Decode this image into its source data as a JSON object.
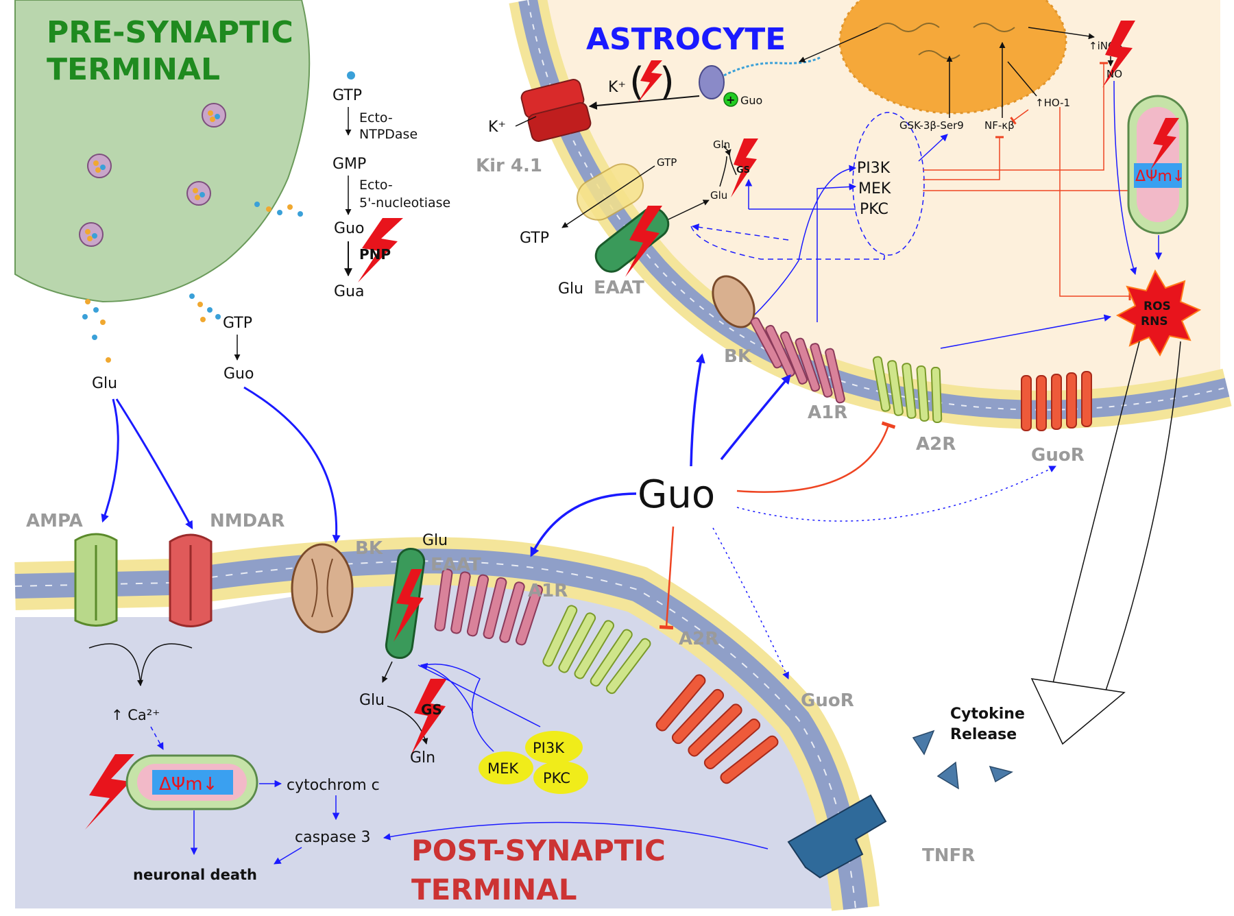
{
  "titles": {
    "pre": [
      "PRE-SYNAPTIC",
      "TERMINAL"
    ],
    "astro": "ASTROCYTE",
    "post": [
      "POST-SYNAPTIC",
      "TERMINAL"
    ]
  },
  "center": "Guo",
  "metabolism": {
    "gtp": "GTP",
    "ecto1": [
      "Ecto-",
      "NTPDase"
    ],
    "gmp": "GMP",
    "ecto2": [
      "Ecto-",
      "5'-nucleotiase"
    ],
    "guo": "Guo",
    "pnp": "PNP",
    "gua": "Gua"
  },
  "presyn": {
    "glu": "Glu",
    "gtp": "GTP",
    "guo": "Guo"
  },
  "neuron": {
    "ampa": "AMPA",
    "nmdar": "NMDAR",
    "bk": "BK",
    "glu_top": "Glu",
    "eaat": "EAAT",
    "a1r": "A1R",
    "a2r": "A2R",
    "guor": "GuoR",
    "tnfr": "TNFR",
    "ca": "↑ Ca²⁺",
    "dpsi": "ΔΨm↓",
    "cytochrom": "cytochrom c",
    "caspase": "caspase 3",
    "death": "neuronal death",
    "glu_in": "Glu",
    "gs": "GS",
    "gln": "Gln",
    "pi3k": "PI3K",
    "mek": "MEK",
    "pkc": "PKC"
  },
  "astro": {
    "kplus_in": "K⁺",
    "kplus_out": "K⁺",
    "paren_l": "(",
    "paren_r": ")",
    "guo_small": "Guo",
    "kir": "Kir 4.1",
    "gtp_in": "GTP",
    "gtp_out": "GTP",
    "gln": "Gln",
    "gs": "GS",
    "glu_in": "Glu",
    "glu_out": "Glu",
    "eaat": "EAAT",
    "pi3k": "PI3K",
    "mek": "MEK",
    "pkc": "PKC",
    "gsk": "GSK-3β-Ser9",
    "nfkb": "NF-κβ",
    "ho1": "↑HO-1",
    "inos": "↑iNOS",
    "no": "NO",
    "dpsi": "ΔΨm↓",
    "ros": "ROS",
    "rns": "RNS",
    "bk": "BK",
    "a1r": "A1R",
    "a2r": "A2R",
    "guor": "GuoR"
  },
  "cytokine": [
    "Cytokine",
    "Release"
  ],
  "colors": {
    "presyn_fill": "#b9d6ad",
    "astro_fill": "#fdf0dc",
    "neuron_fill": "#d4d8ea",
    "membrane": "#8f9fc8",
    "lipid": "#f4e59a",
    "activation": "#1a1aff",
    "inhibition": "#ee4422",
    "damage": "#e8141c"
  }
}
